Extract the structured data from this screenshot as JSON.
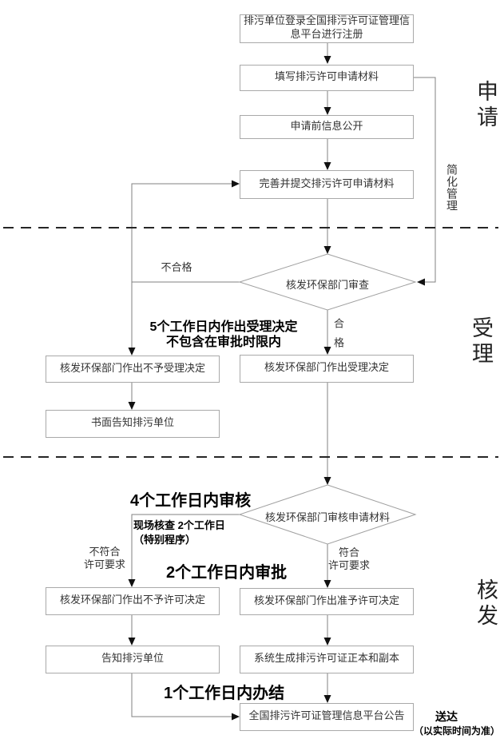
{
  "colors": {
    "box_border": "#a9a9a9",
    "flow_line": "#808080",
    "arrow": "#111111",
    "divider": "#262626",
    "box_text": "#333333",
    "annotation_text": "#000000"
  },
  "boxes": {
    "register": "排污单位登录全国排污许可证管理信息平台进行注册",
    "fill_materials": "填写排污许可申请材料",
    "pre_disclosure": "申请前信息公开",
    "submit_materials": "完善并提交排污许可申请材料",
    "reject_acceptance": "核发环保部门作出不予受理决定",
    "accept_decision": "核发环保部门作出受理决定",
    "written_notice": "书面告知排污单位",
    "deny_permit": "核发环保部门作出不予许可决定",
    "grant_permit": "核发环保部门作出准予许可决定",
    "notify_unit": "告知排污单位",
    "generate_permit": "系统生成排污许可证正本和副本",
    "platform_announce": "全国排污许可证管理信息平台公告"
  },
  "diamonds": {
    "review_acceptance": "核发环保部门审查",
    "review_materials": "核发环保部门审核申请材料"
  },
  "edge_labels": {
    "fail": "不合格",
    "pass": "合格",
    "simplified_management": "简化管理",
    "not_meet_line1": "不符合",
    "not_meet_line2": "许可要求",
    "meet_line1": "符合",
    "meet_line2": "许可要求",
    "deliver": "送达",
    "deliver_note": "（以实际时间为准）"
  },
  "annotations": {
    "acceptance_line1": "5个工作日内作出受理决定",
    "acceptance_line2": "不包含在审批时限内",
    "review_days": "4个工作日内审核",
    "site_check": "现场核查 2个工作日",
    "special_procedure": "（特别程序）",
    "approval_days": "2个工作日内审批",
    "completion_days": "1个工作日内办结"
  },
  "stages": {
    "apply": "申请",
    "accept": "受理",
    "issue": "核发"
  }
}
